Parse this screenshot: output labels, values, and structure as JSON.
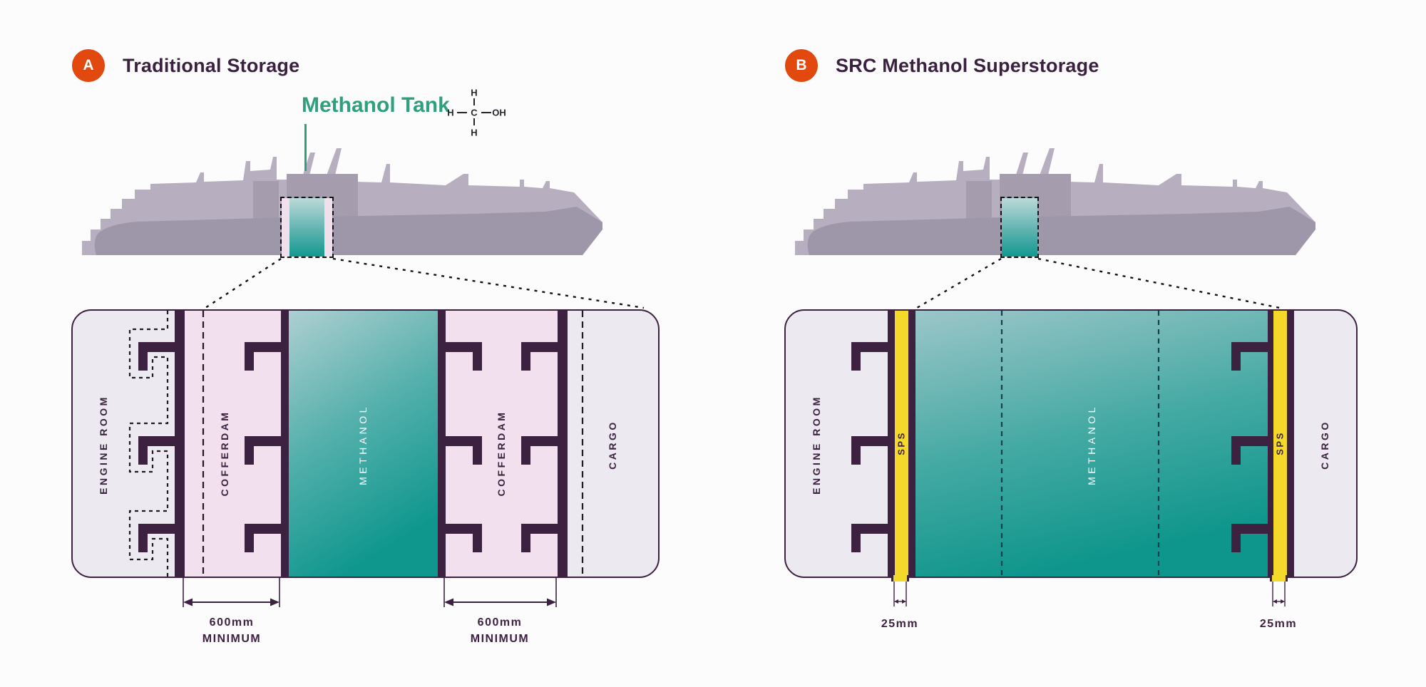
{
  "panel_a": {
    "badge": "A",
    "title": "Traditional Storage",
    "tank_label": "Methanol Tank",
    "molecule": {
      "h_top": "H",
      "h_left": "H",
      "c": "C",
      "oh": "OH",
      "h_bottom": "H"
    },
    "sections": {
      "engine_room": "ENGINE ROOM",
      "cofferdam_left": "COFFERDAM",
      "methanol": "METHANOL",
      "cofferdam_right": "COFFERDAM",
      "cargo": "CARGO"
    },
    "dim_left": {
      "value": "600mm",
      "qualifier": "MINIMUM"
    },
    "dim_right": {
      "value": "600mm",
      "qualifier": "MINIMUM"
    }
  },
  "panel_b": {
    "badge": "B",
    "title": "SRC Methanol Superstorage",
    "sections": {
      "engine_room": "ENGINE ROOM",
      "sps_left": "SPS",
      "methanol": "METHANOL",
      "sps_right": "SPS",
      "cargo": "CARGO"
    },
    "dim_left": {
      "value": "25mm"
    },
    "dim_right": {
      "value": "25mm"
    }
  },
  "colors": {
    "accent_orange": "#e1490f",
    "ink_purple": "#3c2140",
    "teal_label_green": "#2f9f7e",
    "cofferdam_pink": "#f3e0ee",
    "room_lavender": "#eceaf0",
    "sps_yellow": "#f4d92a",
    "methanol_teal_dark": "#12988f",
    "methanol_teal_light": "#a9cdcf",
    "ship_light_gray": "#b7afc0",
    "ship_dark_gray": "#9e96a9"
  }
}
